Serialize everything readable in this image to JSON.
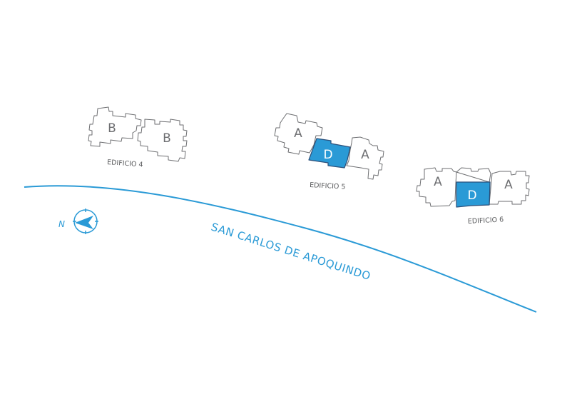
{
  "colors": {
    "accent": "#2a9ad6",
    "outline": "#6d6e71",
    "label": "#58595b",
    "background": "#ffffff"
  },
  "street": {
    "name": "SAN CARLOS DE APOQUINDO"
  },
  "compass": {
    "letter": "N",
    "icon": "north-arrow-icon"
  },
  "buildings": [
    {
      "name": "EDIFICIO 4",
      "units": [
        {
          "letter": "B",
          "selected": false
        },
        {
          "letter": "B",
          "selected": false
        }
      ]
    },
    {
      "name": "EDIFICIO 5",
      "units": [
        {
          "letter": "A",
          "selected": false
        },
        {
          "letter": "D",
          "selected": true
        },
        {
          "letter": "A",
          "selected": false
        }
      ]
    },
    {
      "name": "EDIFICIO 6",
      "units": [
        {
          "letter": "A",
          "selected": false
        },
        {
          "letter": "D",
          "selected": true
        },
        {
          "letter": "A",
          "selected": false
        }
      ]
    }
  ]
}
